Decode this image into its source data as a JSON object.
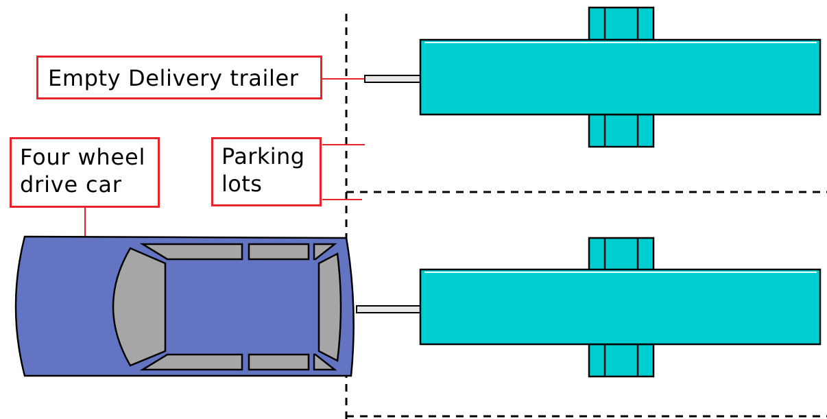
{
  "labels": {
    "empty_trailer": "Empty Delivery trailer",
    "car_line1": "Four wheel",
    "car_line2": "drive car",
    "parking_line1": "Parking",
    "parking_line2": "lots"
  },
  "colors": {
    "trailer_fill": "#00ced1",
    "car_body": "#6374c2",
    "car_glass": "#a6a6a6",
    "label_border": "#e8232b",
    "outline": "#000000"
  }
}
